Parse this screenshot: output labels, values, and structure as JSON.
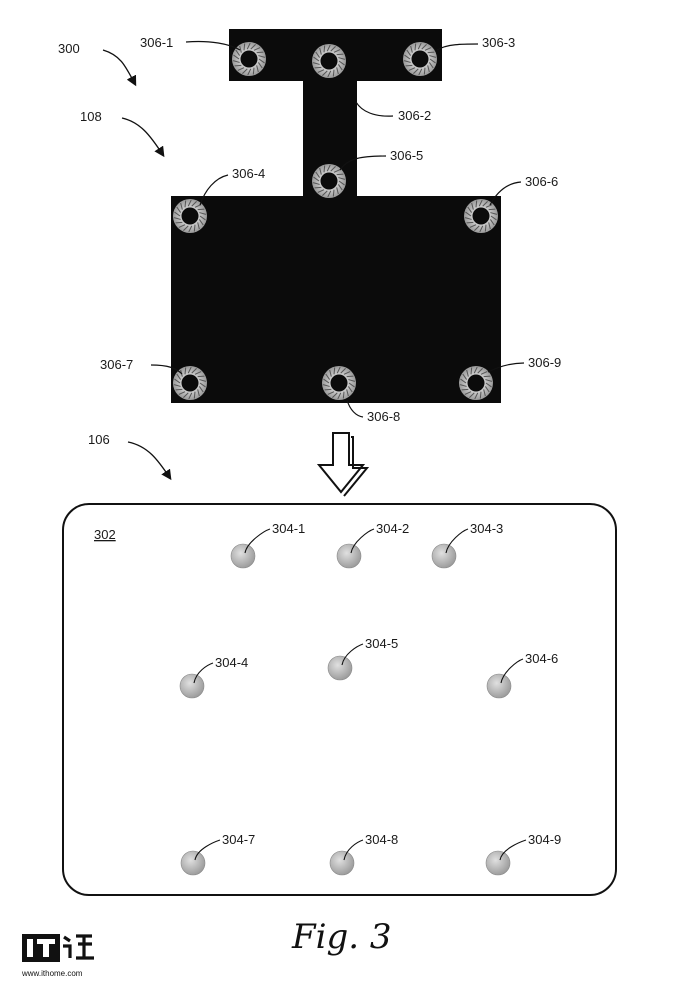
{
  "figure": {
    "caption": "Fig. 3",
    "assembly_ref": "300",
    "template_ref": "108",
    "substrate_ref": "106",
    "surface_ref": "302"
  },
  "template_holes": [
    "306-1",
    "306-2",
    "306-3",
    "306-4",
    "306-5",
    "306-6",
    "306-7",
    "306-8",
    "306-9"
  ],
  "surface_dots": [
    "304-1",
    "304-2",
    "304-3",
    "304-4",
    "304-5",
    "304-6",
    "304-7",
    "304-8",
    "304-9"
  ],
  "watermark": {
    "logo_text": "IT之家",
    "url": "www.ithome.com"
  }
}
